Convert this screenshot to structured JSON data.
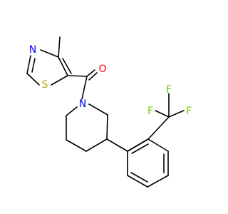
{
  "molecule": {
    "atoms": [
      {
        "id": "N_thiazole",
        "label": "N",
        "color": "#0000ff"
      },
      {
        "id": "S_thiazole",
        "label": "S",
        "color": "#b8a100"
      },
      {
        "id": "O_carbonyl",
        "label": "O",
        "color": "#ff0000"
      },
      {
        "id": "N_piperidine",
        "label": "N",
        "color": "#0000ff"
      },
      {
        "id": "F_top",
        "label": "F",
        "color": "#66cc00"
      },
      {
        "id": "F_left",
        "label": "F",
        "color": "#66cc00"
      },
      {
        "id": "F_right",
        "label": "F",
        "color": "#66cc00"
      }
    ],
    "bond_color": "#000000",
    "background": "#ffffff"
  }
}
